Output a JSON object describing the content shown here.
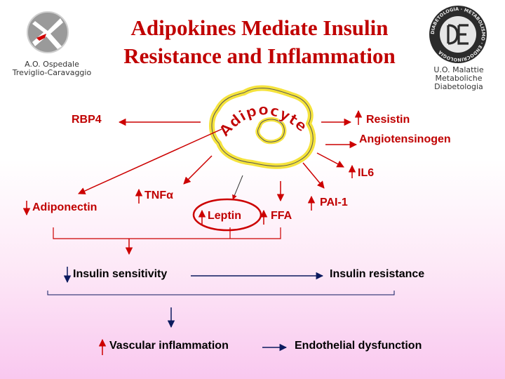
{
  "title": {
    "line1": "Adipokines Mediate Insulin",
    "line2": "Resistance and Inflammation"
  },
  "logo_left": {
    "caption_line1": "A.O. Ospedale",
    "caption_line2": "Treviglio-Caravaggio"
  },
  "logo_right": {
    "caption_line1": "U.O. Malattie",
    "caption_line2": "Metaboliche",
    "caption_line3": "Diabetologia",
    "seal_text": "DIABETOLOGIA · METABOLISMO · ENDOCRINOLOGIA"
  },
  "cell": {
    "label": "Adipocyte"
  },
  "factors": {
    "rbp4": "RBP4",
    "resistin": "Resistin",
    "angiotensinogen": "Angiotensinogen",
    "il6": "IL6",
    "adiponectin": "Adiponectin",
    "tnf": "TNFα",
    "leptin": "Leptin",
    "ffa": "FFA",
    "pai1": "PAI-1"
  },
  "outcomes": {
    "insulin_sensitivity": "Insulin sensitivity",
    "insulin_resistance": "Insulin resistance",
    "vascular_inflammation": "Vascular inflammation",
    "endothelial_dysfunction": "Endothelial dysfunction"
  },
  "colors": {
    "title": "#c00000",
    "factor_text": "#c00000",
    "factor_arrow": "#cc0000",
    "outcome_arrow": "#0b1a5e",
    "cell_border": "#f5e33c"
  }
}
